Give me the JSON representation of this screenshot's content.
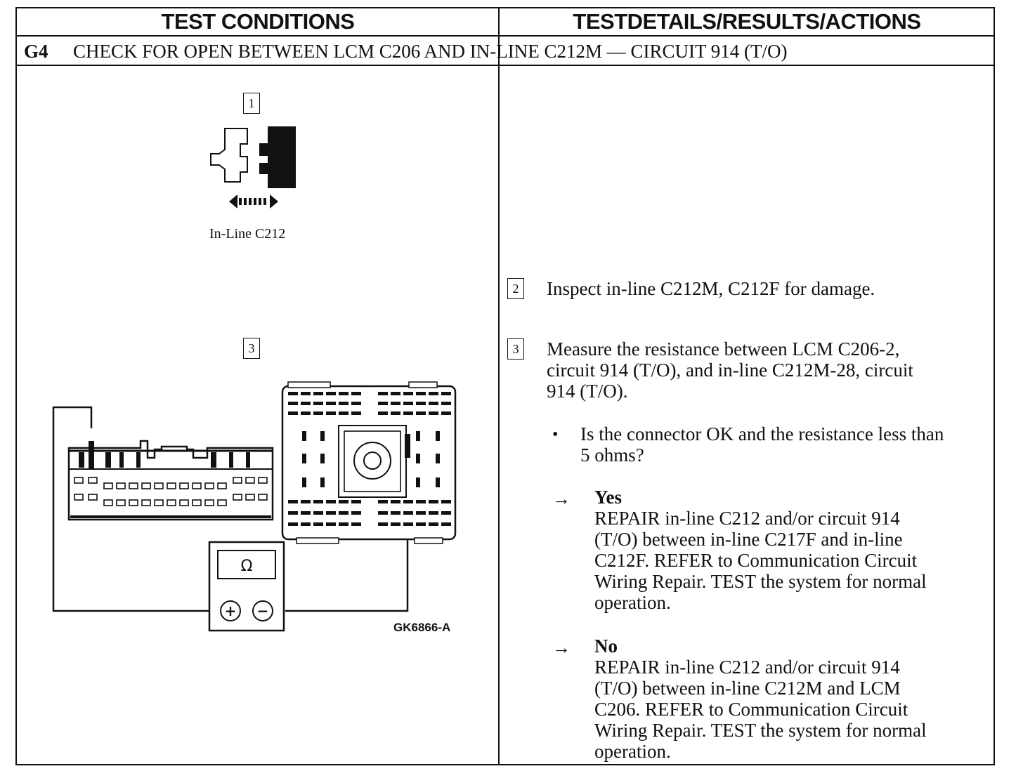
{
  "headers": {
    "left": "TEST CONDITIONS",
    "right": "TESTDETAILS/RESULTS/ACTIONS"
  },
  "step_row": {
    "code": "G4",
    "title": "CHECK FOR OPEN BETWEEN LCM C206 AND IN-LINE C212M — CIRCUIT 914 (T/O)"
  },
  "figure": {
    "step1_number": "1",
    "connector_caption": "In-Line C212",
    "step3_number": "3",
    "meter_symbol": "Ω",
    "plus": "+",
    "minus": "−",
    "figure_id": "GK6866-A"
  },
  "details": {
    "step2": {
      "number": "2",
      "text": "Inspect in-line C212M, C212F for damage."
    },
    "step3": {
      "number": "3",
      "lines": [
        "Measure the resistance between LCM C206-2,",
        "circuit 914 (T/O), and in-line C212M-28, circuit",
        "914 (T/O)."
      ]
    },
    "question": {
      "bullet": "•",
      "lines": [
        "Is the connector OK and the resistance less than",
        "5 ohms?"
      ]
    },
    "answers": [
      {
        "arrow": "→",
        "title": "Yes",
        "lines": [
          "REPAIR in-line C212 and/or circuit 914",
          "(T/O) between in-line C217F and in-line",
          "C212F. REFER to Communication Circuit",
          "Wiring Repair. TEST the system for normal",
          "operation."
        ]
      },
      {
        "arrow": "→",
        "title": "No",
        "lines": [
          "REPAIR in-line C212 and/or circuit 914",
          "(T/O) between in-line C212M and LCM",
          "C206. REFER to Communication Circuit",
          "Wiring Repair. TEST the system for normal",
          "operation."
        ]
      }
    ]
  }
}
